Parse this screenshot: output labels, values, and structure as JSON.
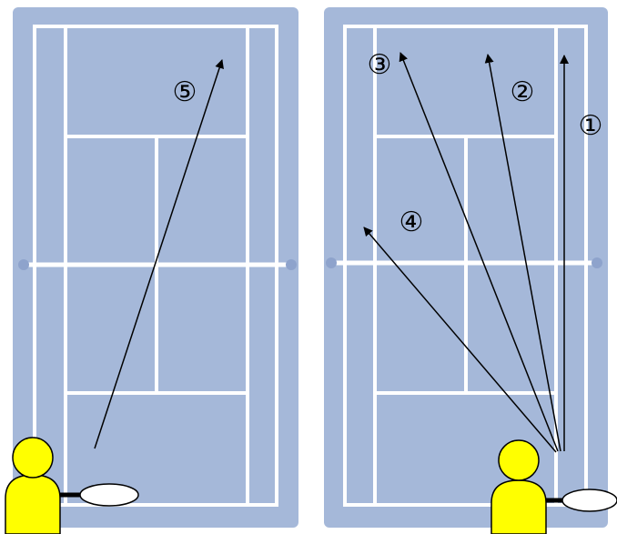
{
  "courts": [
    {
      "side": "left",
      "shots": [
        {
          "label": "⑤"
        }
      ]
    },
    {
      "side": "right",
      "shots": [
        {
          "label": "①"
        },
        {
          "label": "②"
        },
        {
          "label": "③"
        },
        {
          "label": "④"
        }
      ]
    }
  ],
  "colors": {
    "court": "#a5b8d9",
    "lines": "#ffffff",
    "net_post": "#8ea3cc",
    "player": "#ffff00",
    "racket_head": "#ffffff",
    "arrows": "#000000"
  },
  "icons": [
    "tennis-court",
    "player-figure",
    "racket-icon",
    "shot-arrow"
  ]
}
